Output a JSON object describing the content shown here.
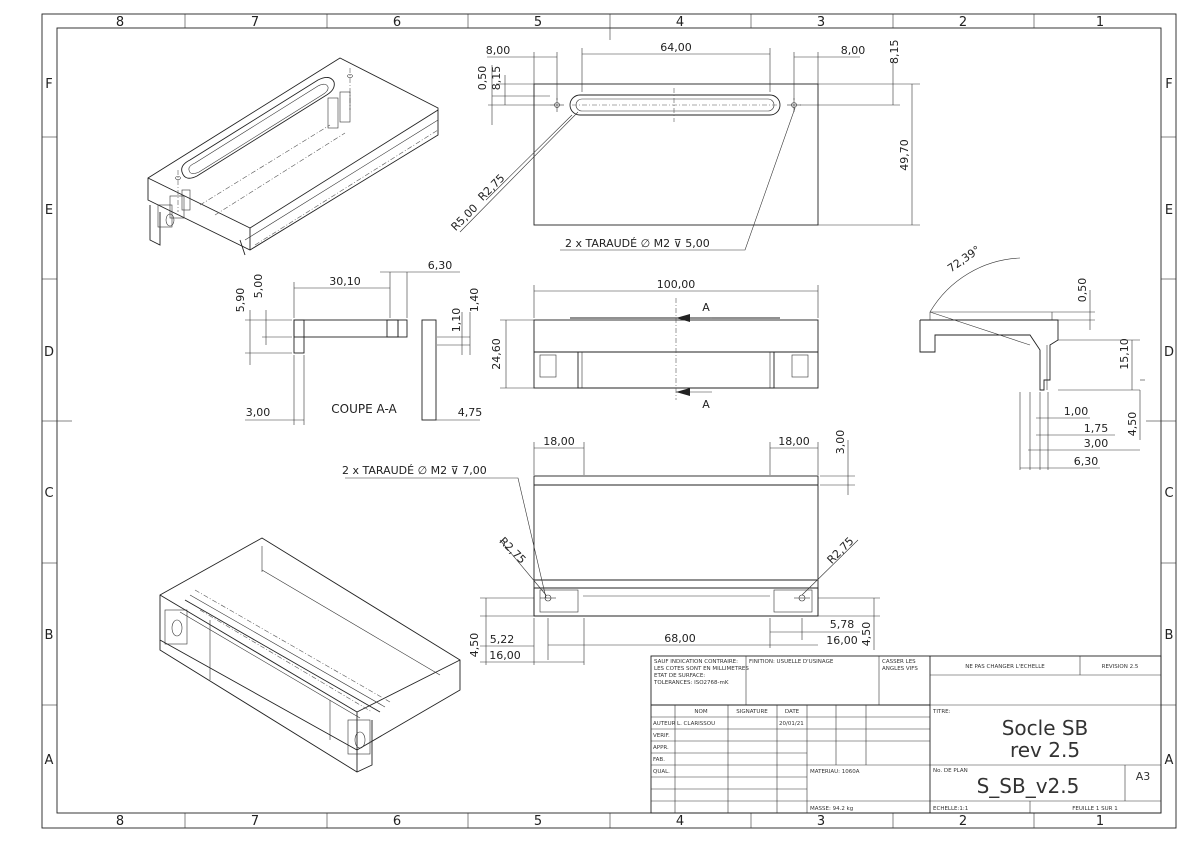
{
  "border": {
    "columns_top": [
      "8",
      "7",
      "6",
      "5",
      "4",
      "3",
      "2",
      "1"
    ],
    "columns_bottom": [
      "8",
      "7",
      "6",
      "5",
      "4",
      "3",
      "2",
      "1"
    ],
    "rows": [
      "F",
      "E",
      "D",
      "C",
      "B",
      "A"
    ]
  },
  "dimensions": {
    "top_view": {
      "d_64": "64,00",
      "d_8_left": "8,00",
      "d_8_right": "8,00",
      "d_815_right": "8,15",
      "d_050": "0,50",
      "d_815_left": "8,15",
      "d_4970": "49,70",
      "r_275": "R2,75",
      "r_5": "R5,00",
      "note": "2 x TARAUDÉ ∅ M2 ⊽ 5,00"
    },
    "section": {
      "d_590": "5,90",
      "d_500": "5,00",
      "d_3010": "30,10",
      "d_630": "6,30",
      "d_110": "1,10",
      "d_140": "1,40",
      "d_300": "3,00",
      "d_475": "4,75",
      "title": "COUPE A-A"
    },
    "front_view": {
      "d_100": "100,00",
      "d_2460": "24,60",
      "arrow_top": "A",
      "arrow_bottom": "A"
    },
    "side_view": {
      "angle": "72,39°",
      "d_050": "0,50",
      "d_1510": "15,10",
      "d_100": "1,00",
      "d_175": "1,75",
      "d_300": "3,00",
      "d_630": "6,30",
      "d_450": "4,50"
    },
    "bottom_view": {
      "d_18_left": "18,00",
      "d_18_right": "18,00",
      "d_300": "3,00",
      "note": "2 x TARAUDÉ ∅ M2 ⊽ 7,00",
      "r_left": "R2,75",
      "r_right": "R2,75",
      "d_68": "68,00",
      "d_522": "5,22",
      "d_1600_left": "16,00",
      "d_450": "4,50",
      "d_578": "5,78",
      "d_1600_right": "16,00",
      "d_450_right": "4,50"
    }
  },
  "title_block": {
    "general_note": [
      "SAUF INDICATION CONTRAIRE:",
      "LES COTES SONT EN MILLIMETRES",
      "ETAT DE SURFACE:",
      "TOLERANCES: ISO2768-mK"
    ],
    "finition": "FINITION: USUELLE D'USINAGE",
    "casser": [
      "CASSER LES",
      "ANGLES VIFS"
    ],
    "ne_pas": "NE PAS CHANGER L'ECHELLE",
    "revision": "REVISION 2.5",
    "headers": {
      "nom": "NOM",
      "signature": "SIGNATURE",
      "date": "DATE"
    },
    "roles": [
      "AUTEUR",
      "VERIF.",
      "APPR.",
      "FAB.",
      "QUAL."
    ],
    "author": "L. CLARISSOU",
    "date": "20/01/21",
    "titre_label": "TITRE:",
    "title_line1": "Socle SB",
    "title_line2": "rev 2.5",
    "materiau": "MATERIAU: 1060A",
    "plan_label": "No. DE PLAN",
    "plan_number": "S_SB_v2.5",
    "format": "A3",
    "masse": "MASSE: 94.2 kg",
    "echelle": "ECHELLE:1:1",
    "feuille": "FEUILLE 1 SUR 1"
  }
}
